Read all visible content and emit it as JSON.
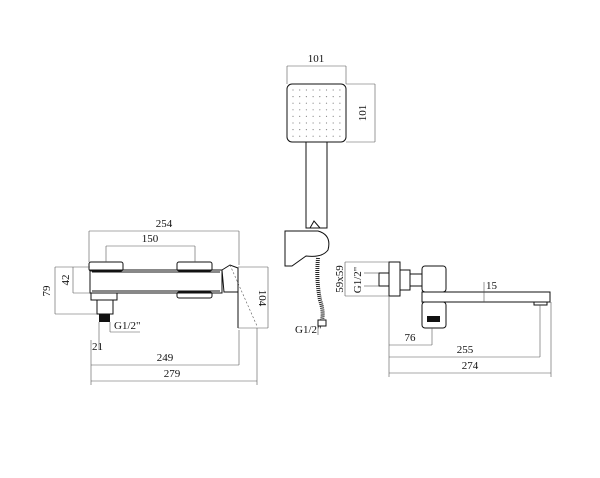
{
  "front_view": {
    "overall_width_top": "254",
    "mount_spacing": "150",
    "height_79": "79",
    "height_42": "42",
    "handle_height": "104",
    "thread": "G1/2\"",
    "inlet_dim": "21",
    "width_249": "249",
    "width_279": "279"
  },
  "hand_shower": {
    "head_width": "101",
    "head_height": "101",
    "thread": "G1/2\""
  },
  "side_view": {
    "flange": "59x59",
    "thread": "G1/2\"",
    "spout_height": "15",
    "dim_76": "76",
    "dim_255": "255",
    "dim_274": "274"
  }
}
